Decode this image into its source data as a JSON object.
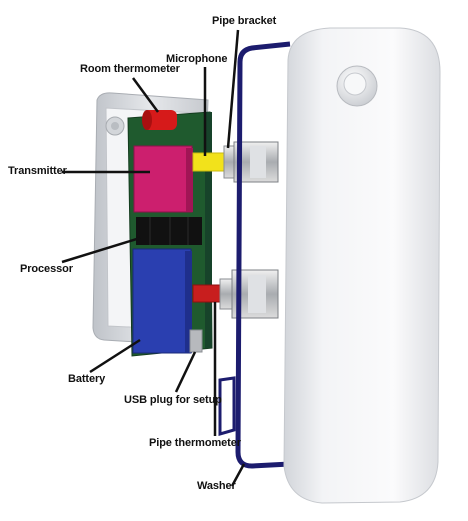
{
  "labels": {
    "pipe_bracket": "Pipe bracket",
    "microphone": "Microphone",
    "room_thermometer": "Room thermometer",
    "transmitter": "Transmitter",
    "processor": "Processor",
    "battery": "Battery",
    "usb_plug": "USB plug for setup",
    "pipe_thermometer": "Pipe thermometer",
    "washer": "Washer"
  },
  "colors": {
    "transmitter": "#cc1f6e",
    "battery": "#2a3fb0",
    "board": "#1f5a2e",
    "processor": "#111111",
    "microphone": "#f2e21b",
    "pipe_thermometer_tip": "#c81e1e",
    "room_thermometer": "#d61a1a",
    "washer": "#1c1c6e",
    "casing": "#e9ebee"
  }
}
